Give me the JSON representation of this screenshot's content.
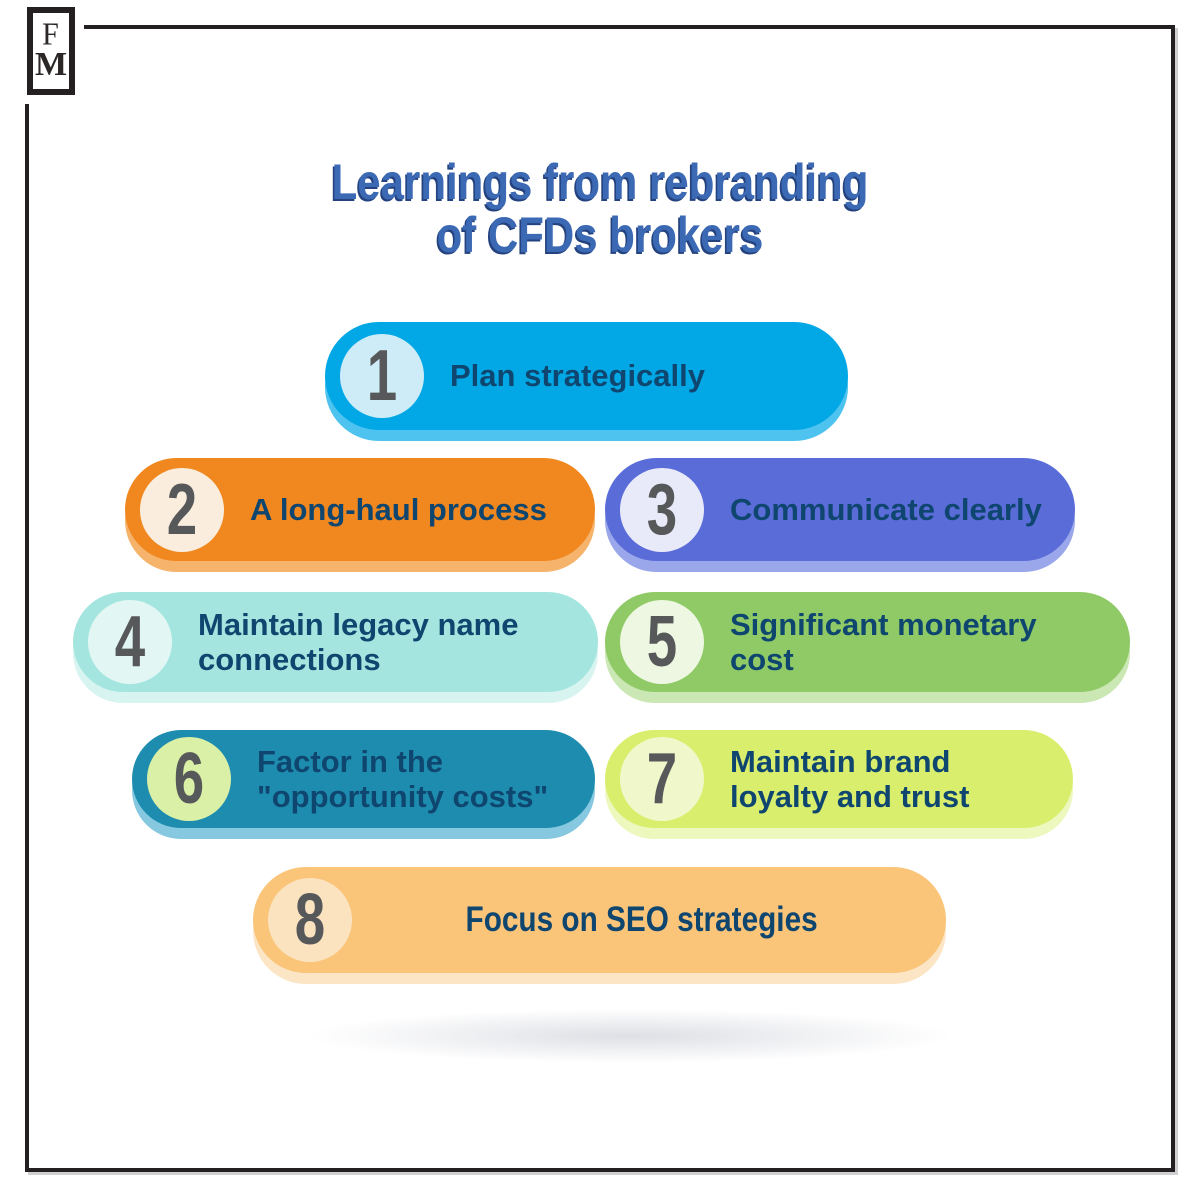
{
  "logo": {
    "letter_top": "F",
    "letter_bottom": "M"
  },
  "title": {
    "text": "Learnings from rebranding\nof CFDs brokers",
    "color": "#3C69B4",
    "shadow_color": "#24427E"
  },
  "items": [
    {
      "number": "1",
      "label": "Plan strategically",
      "colors": {
        "fill": "#02A7E5",
        "base": "#4EC3F0",
        "circle": "#CDECF8"
      }
    },
    {
      "number": "2",
      "label": "A long-haul process",
      "colors": {
        "fill": "#F0871F",
        "base": "#F6B36C",
        "circle": "#FAEDDD"
      }
    },
    {
      "number": "3",
      "label": "Communicate clearly",
      "colors": {
        "fill": "#5A6CD8",
        "base": "#9BA7EB",
        "circle": "#E8EAFA"
      }
    },
    {
      "number": "4",
      "label": "Maintain legacy name\nconnections",
      "colors": {
        "fill": "#A4E6DF",
        "base": "#D8F4F1",
        "circle": "#E2F7F4"
      }
    },
    {
      "number": "5",
      "label": "Significant monetary\ncost",
      "colors": {
        "fill": "#8FCA66",
        "base": "#CBE7B3",
        "circle": "#EDF7E1"
      }
    },
    {
      "number": "6",
      "label": "Factor in the\n\"opportunity costs\"",
      "colors": {
        "fill": "#1E8CAE",
        "base": "#85C8DF",
        "circle": "#DAF0A7"
      }
    },
    {
      "number": "7",
      "label": "Maintain brand\nloyalty and trust",
      "colors": {
        "fill": "#DAEE6E",
        "base": "#EDF8BE",
        "circle": "#F0F8CB"
      }
    },
    {
      "number": "8",
      "label": "Focus on SEO strategies",
      "colors": {
        "fill": "#FAC479",
        "base": "#FCE5C5",
        "circle": "#FBE3C0"
      }
    }
  ],
  "styles": {
    "label_color": "#0F466F",
    "number_color": "#57585A",
    "border_color": "#242021"
  }
}
